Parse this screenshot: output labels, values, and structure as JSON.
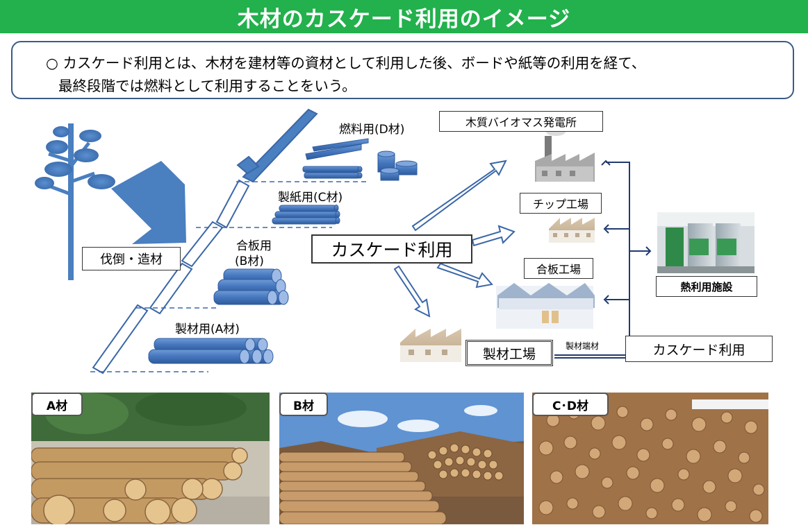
{
  "header": {
    "title": "木材のカスケード利用のイメージ"
  },
  "description": {
    "line1": "○  カスケード利用とは、木材を建材等の資材として利用した後、ボードや紙等の利用を経て、",
    "line2": "最終段階では燃料として利用することをいう。"
  },
  "diagram": {
    "felling_label": "伐倒・造材",
    "fuel_label": "燃料用(D材)",
    "paper_label": "製紙用(C材)",
    "plywood_line1": "合板用",
    "plywood_line2": "(B材)",
    "lumber_label": "製材用(A材)",
    "cascade_center": "カスケード利用",
    "biomass_plant": "木質バイオマス発電所",
    "chip_factory": "チップ工場",
    "plywood_factory": "合板工場",
    "sawmill": "製材工場",
    "mill_ends": "製材端材",
    "heat_facility": "熱利用施設",
    "cascade_right": "カスケード利用"
  },
  "photos": [
    {
      "tag": "A材"
    },
    {
      "tag": "B材"
    },
    {
      "tag": "C･D材"
    }
  ],
  "colors": {
    "header_green": "#22b14c",
    "wood_blue": "#4a7fc0",
    "box_border": "#3a5b86",
    "line_navy": "#1f3a6e"
  }
}
